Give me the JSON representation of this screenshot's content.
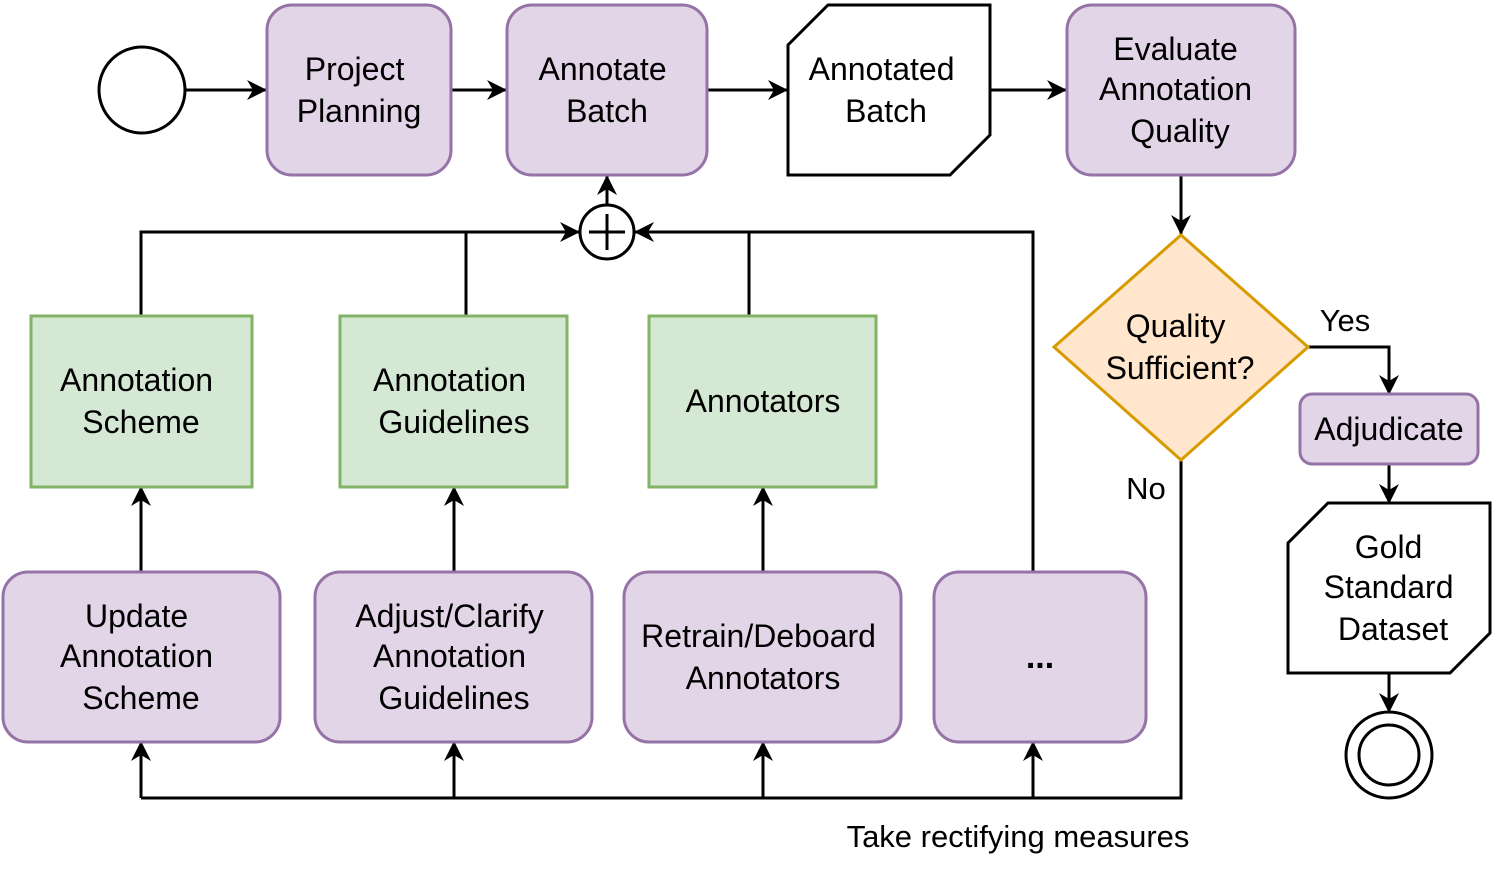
{
  "colors": {
    "process_fill": "#e1d5e7",
    "process_stroke": "#9673a6",
    "resource_fill": "#d5e8d4",
    "resource_stroke": "#82b366",
    "decision_fill": "#ffe6cc",
    "decision_stroke": "#d79b00",
    "line": "#000000"
  },
  "nodes": {
    "project_planning": [
      "Project",
      "Planning"
    ],
    "annotate_batch": [
      "Annotate",
      "Batch"
    ],
    "annotated_batch": [
      "Annotated",
      "Batch"
    ],
    "evaluate_quality": [
      "Evaluate",
      "Annotation",
      "Quality"
    ],
    "quality_decision": [
      "Quality",
      "Sufficient?"
    ],
    "adjudicate": "Adjudicate",
    "gold_dataset": [
      "Gold",
      "Standard",
      "Dataset"
    ],
    "annotation_scheme": [
      "Annotation",
      "Scheme"
    ],
    "annotation_guidelines": [
      "Annotation",
      "Guidelines"
    ],
    "annotators": "Annotators",
    "update_scheme": [
      "Update",
      "Annotation",
      "Scheme"
    ],
    "adjust_guidelines": [
      "Adjust/Clarify",
      "Annotation",
      "Guidelines"
    ],
    "retrain_annotators": [
      "Retrain/Deboard",
      "Annotators"
    ],
    "other_measures": "..."
  },
  "edge_labels": {
    "yes": "Yes",
    "no": "No",
    "rectify": "Take rectifying measures"
  },
  "icons": {
    "start_event": "circle",
    "end_event": "double-circle",
    "gateway": "circle-plus"
  }
}
